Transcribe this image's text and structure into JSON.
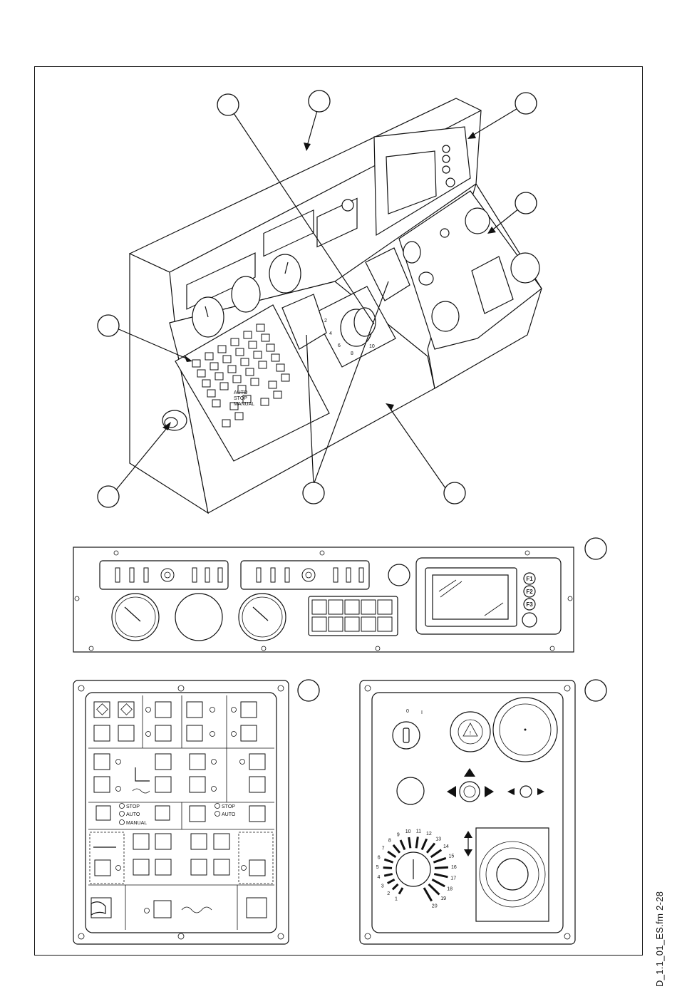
{
  "side_caption": "D_1.1_01_ES.fm 2-28",
  "keypad": {
    "mode_labels": [
      "STOP",
      "AUTO",
      "MANUAL"
    ],
    "mode_labels_right": [
      "STOP",
      "AUTO"
    ]
  },
  "dash": {
    "function_keys": [
      "F1",
      "F2",
      "F3"
    ]
  },
  "control": {
    "switch_positions": [
      "0",
      "I"
    ],
    "dial_numbers": [
      "1",
      "2",
      "3",
      "4",
      "5",
      "6",
      "7",
      "8",
      "9",
      "10",
      "11",
      "12",
      "13",
      "14",
      "15",
      "16",
      "17",
      "18",
      "19",
      "20"
    ],
    "hazard_mark": "!"
  },
  "iso": {
    "panel_labels": [
      "AUTO",
      "STOP",
      "MANUAL"
    ],
    "dial_numbers": [
      "2",
      "4",
      "6",
      "8",
      "10"
    ]
  }
}
